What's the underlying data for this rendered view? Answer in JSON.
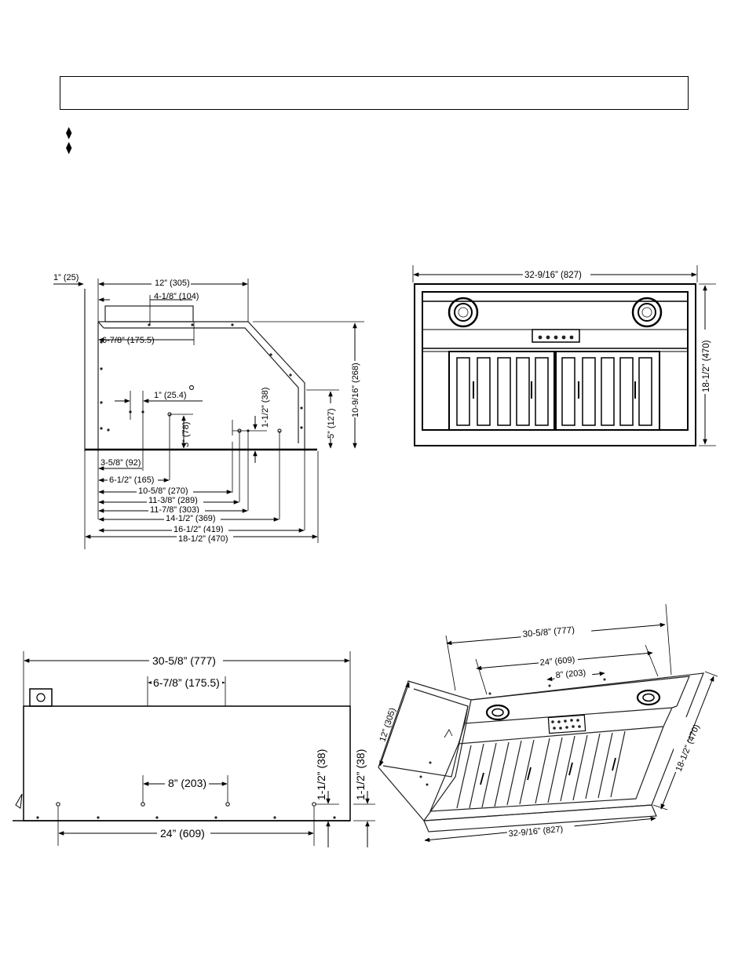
{
  "page": {
    "bullets": [
      "⧫",
      "⧫"
    ]
  },
  "side_view": {
    "labels": {
      "d1": "1” (25)",
      "d12": "12” (305)",
      "d418": "4-1/8” (104)",
      "d678": "6-7/8” (175.5)",
      "d1254": "1” (25.4)",
      "d112": "1-1/2” (38)",
      "d3": "3” (78)",
      "d5": "5” (127)",
      "d10916": "10-9/16” (268)",
      "d358": "3-5/8” (92)",
      "d612": "6-1/2” (165)",
      "d1058": "10-5/8” (270)",
      "d1138": "11-3/8” (289)",
      "d1178": "11-7/8” (303)",
      "d1412": "14-1/2” (369)",
      "d1612": "16-1/2” (419)",
      "d1812": "18-1/2” (470)"
    }
  },
  "front_view": {
    "labels": {
      "width": "32-9/16” (827)",
      "height": "18-1/2” (470)"
    }
  },
  "top_view": {
    "labels": {
      "width": "30-5/8” (777)",
      "d678": "6-7/8” (175.5)",
      "d8": "8” (203)",
      "d24": "24” (609)",
      "d112a": "1-1/2” (38)",
      "d112b": "1-1/2” (38)"
    }
  },
  "iso_view": {
    "labels": {
      "top_width": "30-5/8” (777)",
      "d24": "24” (609)",
      "d8": "8” (203)",
      "depth_left": "12” (305)",
      "depth_right": "18-1/2” (470)",
      "bottom_width": "32-9/16” (827)"
    }
  }
}
